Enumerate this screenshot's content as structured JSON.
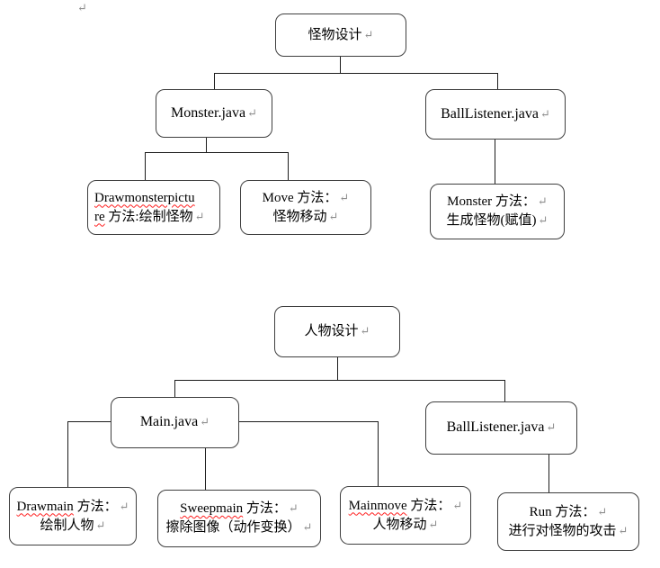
{
  "page": {
    "paragraph_mark": "↵",
    "top_paragraph_mark": "↵"
  },
  "colors": {
    "background": "#ffffff",
    "box_border": "#3f3f3f",
    "connector": "#1c1c1c",
    "text": "#000000",
    "paragraph_mark": "#8f8f8f",
    "spellcheck_underline": "#ff1f1f"
  },
  "monster_diagram": {
    "root_label": "怪物设计",
    "monster_java_label": "Monster.java",
    "balllistener_label": "BallListener.java",
    "drawmonsterpicture": {
      "line1_misspelled": "Drawmonsterpictu",
      "line2_misspelled": "re",
      "line2_text": " 方法:绘制怪物"
    },
    "move": {
      "line1": "Move 方法：",
      "line2": "怪物移动"
    },
    "monster_method": {
      "line1": "Monster 方法：",
      "line2": "生成怪物(赋值)"
    }
  },
  "character_diagram": {
    "root_label": "人物设计",
    "main_java_label": "Main.java",
    "balllistener_label": "BallListener.java",
    "drawmain": {
      "line1_misspelled": "Drawmain",
      "line1_text": " 方法：",
      "line2": "绘制人物"
    },
    "sweepmain": {
      "line1_misspelled": "Sweepmain",
      "line1_text": " 方法：",
      "line2": "擦除图像（动作变换）"
    },
    "mainmove": {
      "line1_misspelled": "Mainmove",
      "line1_text": " 方法：",
      "line2": "人物移动"
    },
    "run": {
      "line1": "Run 方法：",
      "line2": "进行对怪物的攻击"
    }
  }
}
